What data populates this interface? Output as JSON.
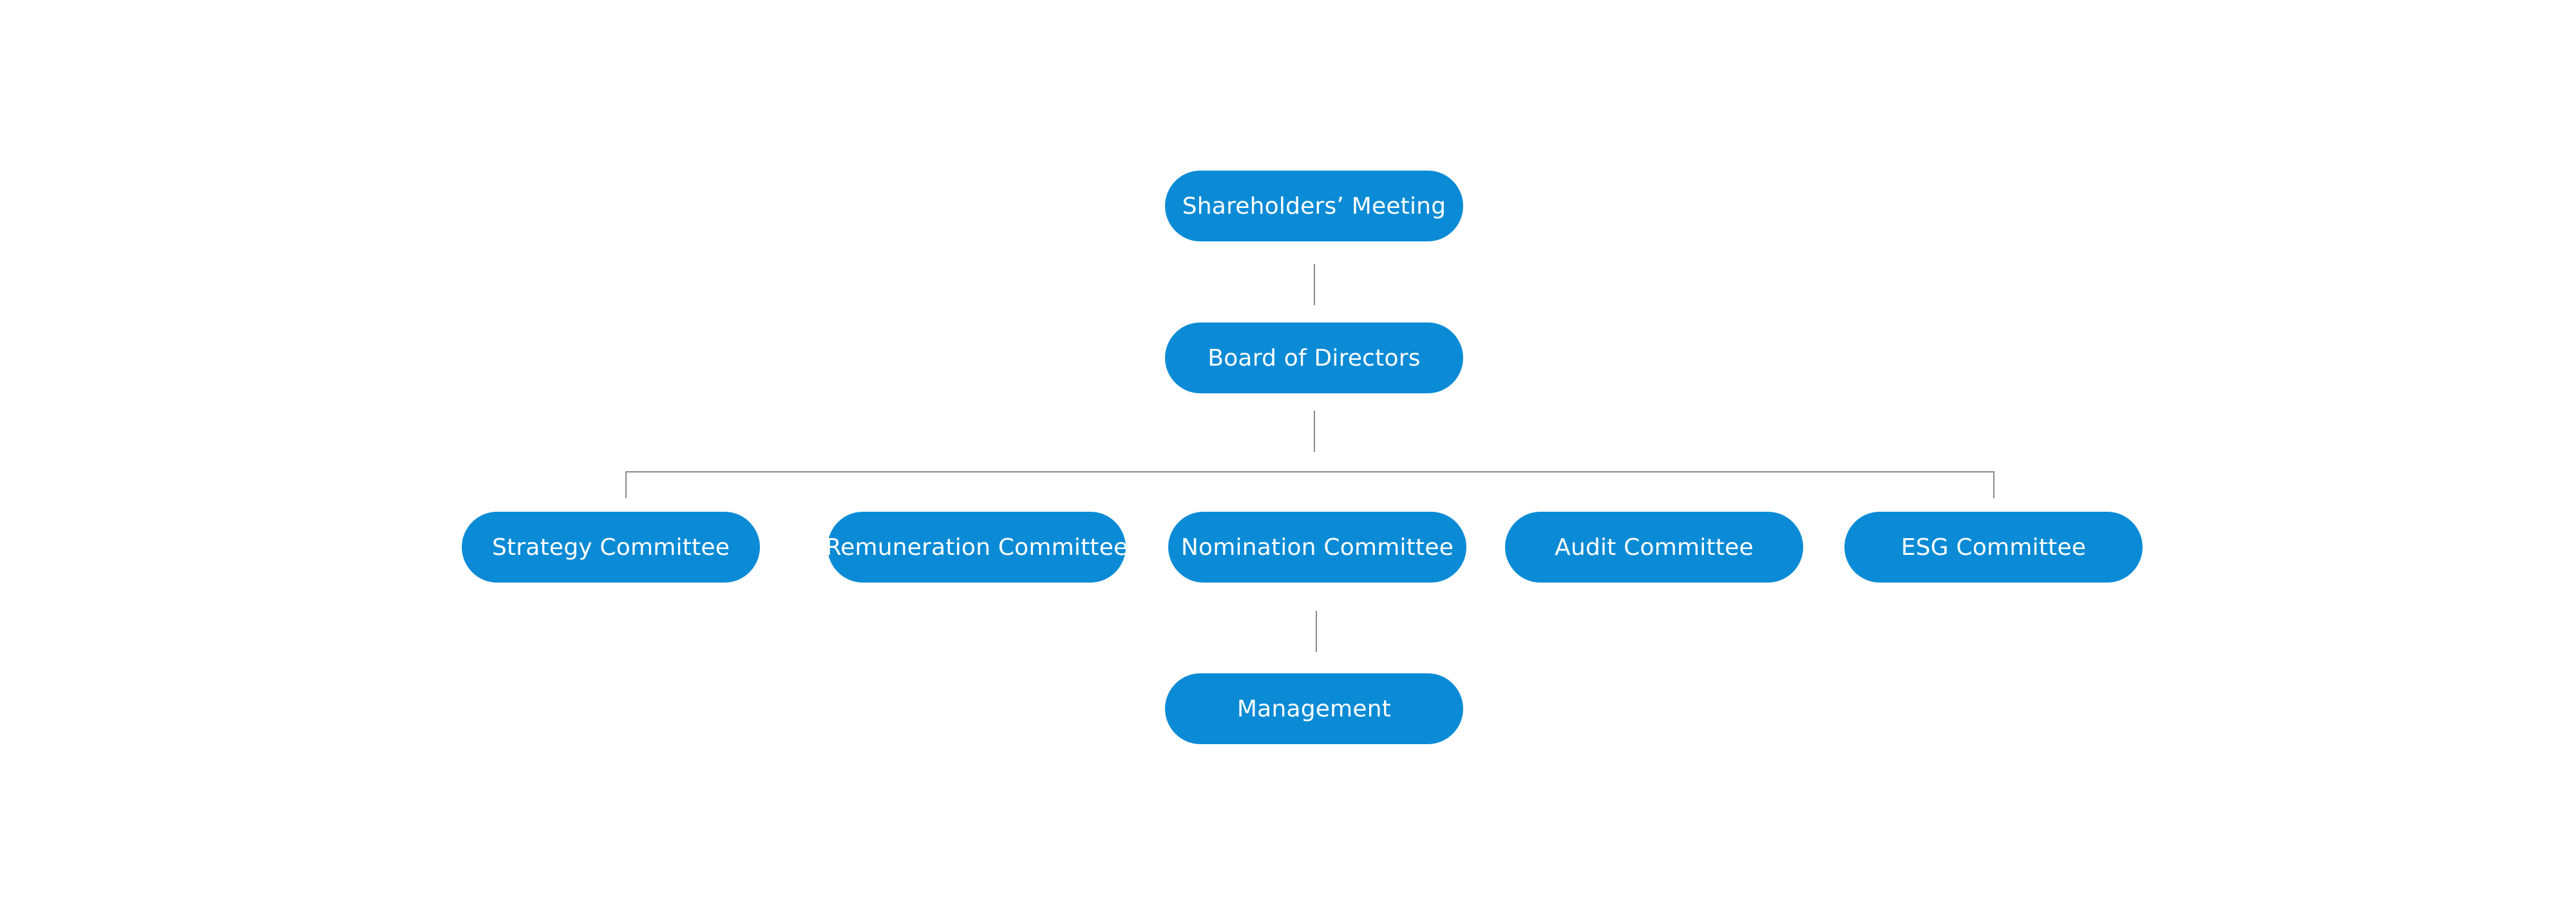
{
  "colors": {
    "node_fill": "#0b8bd6",
    "node_text": "#ffffff",
    "connector": "#8a8a8a",
    "background": "#ffffff"
  },
  "org_chart": {
    "shareholders_meeting": "Shareholders’ Meeting",
    "board_of_directors": "Board of Directors",
    "committees": [
      "Strategy Committee",
      "Remuneration Committee",
      "Nomination Committee",
      "Audit Committee",
      "ESG Committee"
    ],
    "management": "Management"
  }
}
